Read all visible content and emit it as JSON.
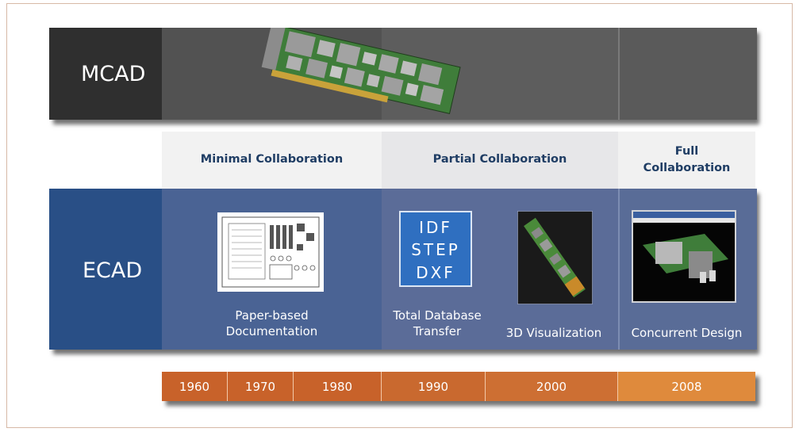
{
  "rows": {
    "mcad_label": "MCAD",
    "ecad_label": "ECAD"
  },
  "collaboration": {
    "minimal": "Minimal Collaboration",
    "partial": "Partial Collaboration",
    "full_line1": "Full",
    "full_line2": "Collaboration"
  },
  "ecad_stages": {
    "paper_line1": "Paper-based",
    "paper_line2": "Documentation",
    "transfer_line1": "Total Database",
    "transfer_line2": "Transfer",
    "visualization": "3D Visualization",
    "concurrent": "Concurrent Design"
  },
  "formats": [
    "IDF",
    "STEP",
    "DXF"
  ],
  "timeline": [
    "1960",
    "1970",
    "1980",
    "1990",
    "2000",
    "2008"
  ],
  "colors": {
    "mcad_label_bg": "#2f2f2f",
    "mcad_band": "#5e5e5e",
    "ecad_label_bg": "#294f86",
    "ecad_band": "#586a96",
    "timeline": "#c8622a",
    "collab_text": "#1f3d64"
  },
  "images": {
    "mcad": "pcb-board-3d-image",
    "paper": "schematic-drawing-image",
    "visualization": "pcb-3d-render-image",
    "concurrent": "cad-software-screenshot-image"
  }
}
